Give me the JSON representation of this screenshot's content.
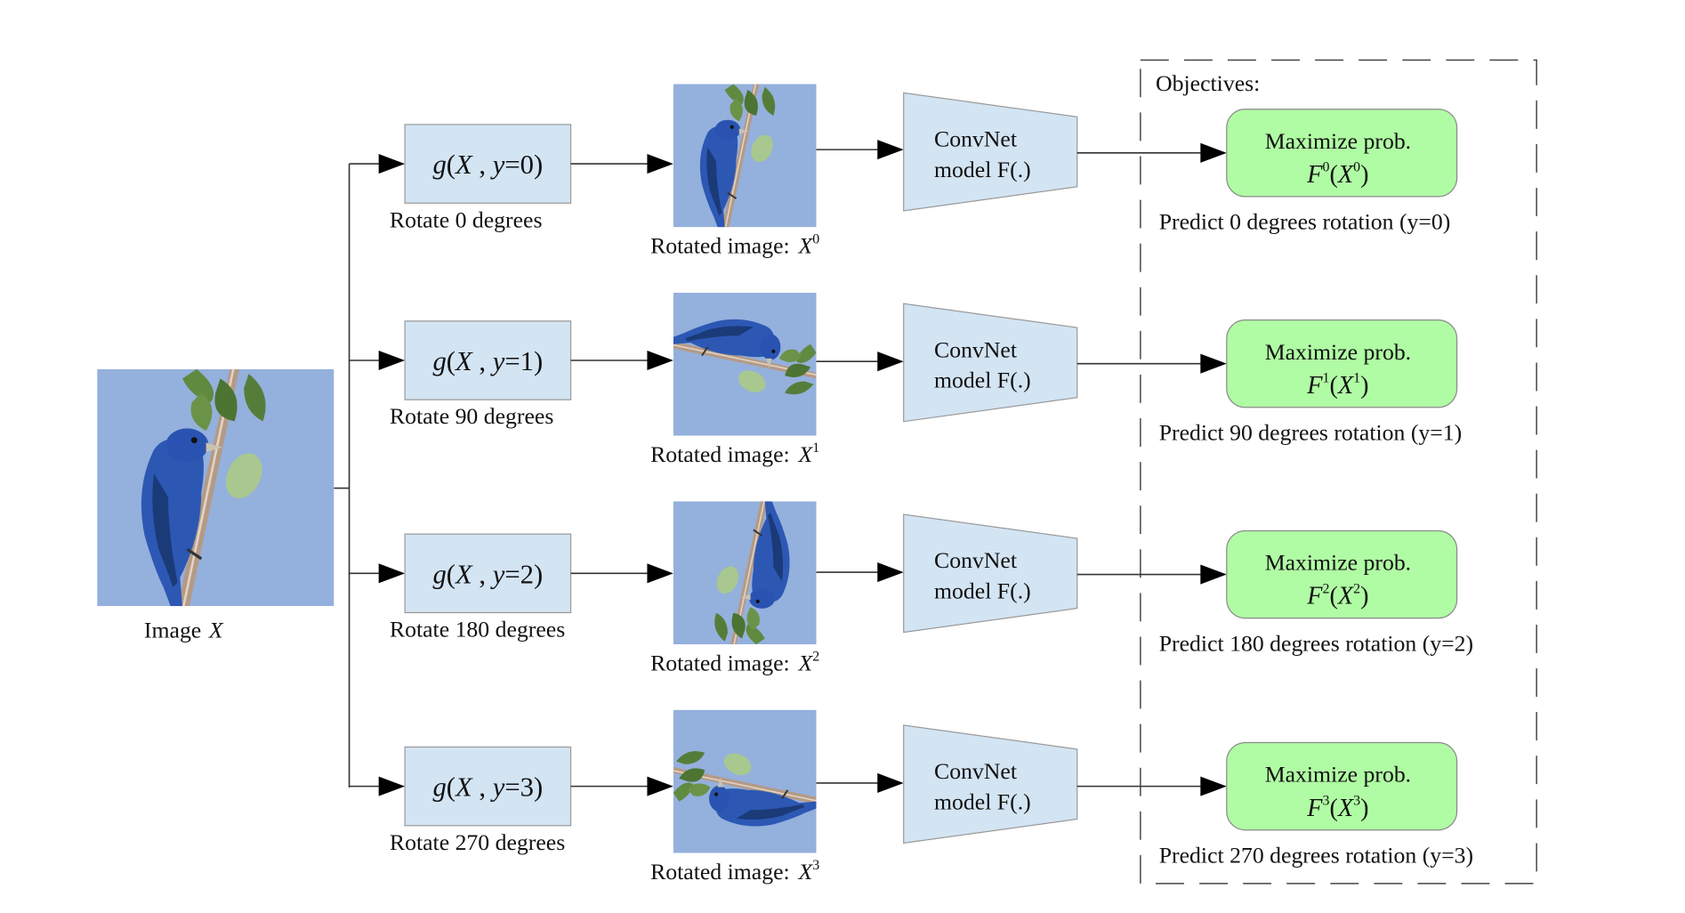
{
  "source": {
    "label_prefix": "Image",
    "label_var": "X"
  },
  "objectives_title": "Objectives:",
  "colors": {
    "transform_box": "#d3e4f3",
    "convnet": "#d3e4f3",
    "objective_box": "#b0fca4",
    "sky": "#94b0dc"
  },
  "rows": [
    {
      "transform": {
        "fn": "g",
        "arg": "X",
        "y_label": "y",
        "y_value": "0"
      },
      "transform_caption": "Rotate 0 degrees",
      "rotated_caption": "Rotated image:",
      "rotated_var": "X",
      "rotated_sup": "0",
      "rotation_deg": 0,
      "model_line1": "ConvNet",
      "model_line2": "model F(.)",
      "objective_line1": "Maximize prob.",
      "objective_F": "F",
      "objective_sup": "0",
      "objective_X": "X",
      "prediction": "Predict 0 degrees rotation (y=0)"
    },
    {
      "transform": {
        "fn": "g",
        "arg": "X",
        "y_label": "y",
        "y_value": "1"
      },
      "transform_caption": "Rotate 90 degrees",
      "rotated_caption": "Rotated image:",
      "rotated_var": "X",
      "rotated_sup": "1",
      "rotation_deg": 90,
      "model_line1": "ConvNet",
      "model_line2": "model F(.)",
      "objective_line1": "Maximize prob.",
      "objective_F": "F",
      "objective_sup": "1",
      "objective_X": "X",
      "prediction": "Predict 90 degrees rotation (y=1)"
    },
    {
      "transform": {
        "fn": "g",
        "arg": "X",
        "y_label": "y",
        "y_value": "2"
      },
      "transform_caption": "Rotate 180 degrees",
      "rotated_caption": "Rotated image:",
      "rotated_var": "X",
      "rotated_sup": "2",
      "rotation_deg": 180,
      "model_line1": "ConvNet",
      "model_line2": "model F(.)",
      "objective_line1": "Maximize prob.",
      "objective_F": "F",
      "objective_sup": "2",
      "objective_X": "X",
      "prediction": "Predict 180 degrees rotation (y=2)"
    },
    {
      "transform": {
        "fn": "g",
        "arg": "X",
        "y_label": "y",
        "y_value": "3"
      },
      "transform_caption": "Rotate 270 degrees",
      "rotated_caption": "Rotated image:",
      "rotated_var": "X",
      "rotated_sup": "3",
      "rotation_deg": 270,
      "model_line1": "ConvNet",
      "model_line2": "model F(.)",
      "objective_line1": "Maximize prob.",
      "objective_F": "F",
      "objective_sup": "3",
      "objective_X": "X",
      "prediction": "Predict 270 degrees rotation (y=3)"
    }
  ]
}
